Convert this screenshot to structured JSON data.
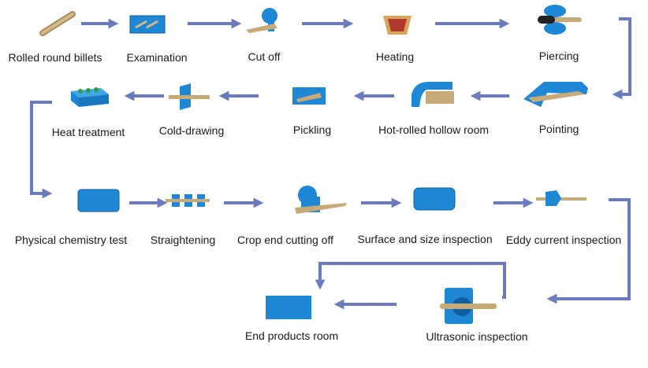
{
  "diagram": {
    "steps": [
      {
        "id": "rolled_round_billets",
        "label": "Rolled round billets"
      },
      {
        "id": "examination",
        "label": "Examination"
      },
      {
        "id": "cut_off",
        "label": "Cut off"
      },
      {
        "id": "heating",
        "label": "Heating"
      },
      {
        "id": "piercing",
        "label": "Piercing"
      },
      {
        "id": "pointing",
        "label": "Pointing"
      },
      {
        "id": "hot_rolled_hollow_room",
        "label": "Hot-rolled hollow room"
      },
      {
        "id": "pickling",
        "label": "Pickling"
      },
      {
        "id": "cold_drawing",
        "label": "Cold-drawing"
      },
      {
        "id": "heat_treatment",
        "label": "Heat treatment"
      },
      {
        "id": "physical_chemistry_test",
        "label": "Physical chemistry test"
      },
      {
        "id": "straightening",
        "label": "Straightening"
      },
      {
        "id": "crop_end_cutting_off",
        "label": "Crop end cutting off"
      },
      {
        "id": "surface_and_size_inspection",
        "label": "Surface and size inspection"
      },
      {
        "id": "eddy_current_inspection",
        "label": "Eddy current inspection"
      },
      {
        "id": "ultrasonic_inspection",
        "label": "Ultrasonic inspection"
      },
      {
        "id": "end_products_room",
        "label": "End products room"
      }
    ],
    "colors": {
      "arrow": "#6b7bbd",
      "machine_blue": "#1e88d6",
      "steel_tan": "#c8a978",
      "furnace_red": "#b03a2e"
    }
  }
}
